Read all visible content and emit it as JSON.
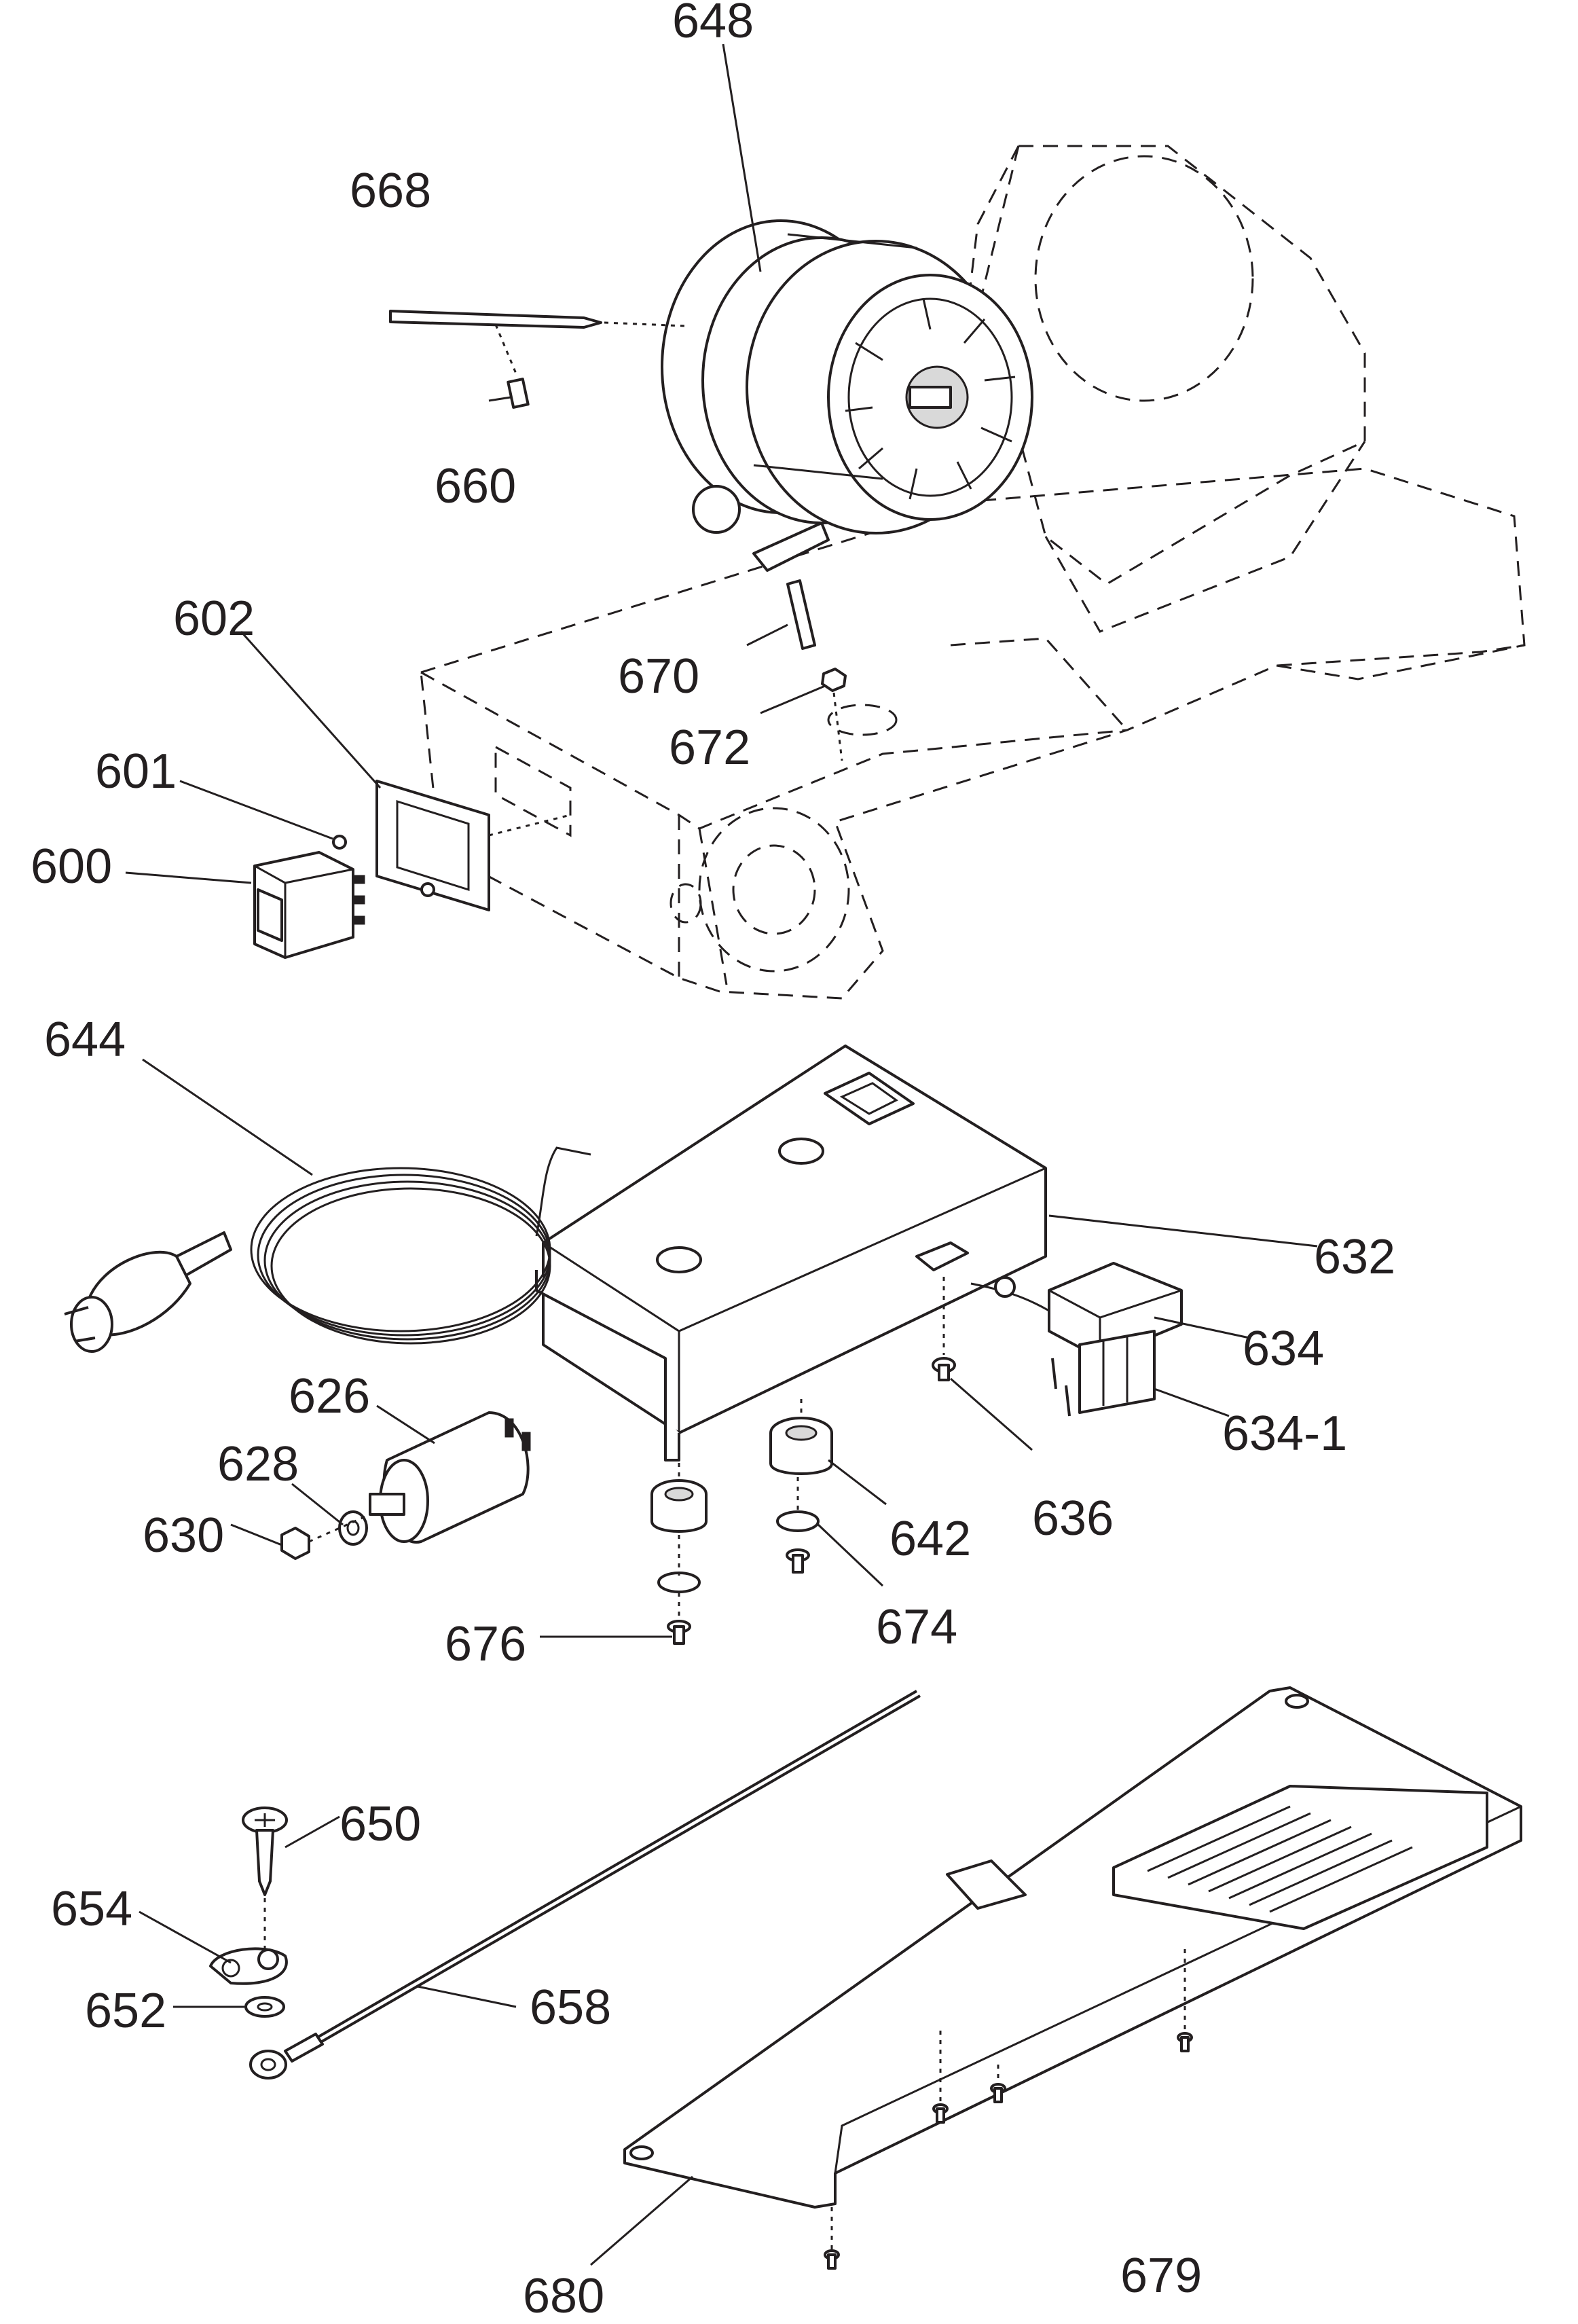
{
  "callouts": {
    "c648": "648",
    "c668": "668",
    "c660": "660",
    "c602": "602",
    "c601": "601",
    "c600": "600",
    "c670": "670",
    "c672": "672",
    "c644": "644",
    "c632": "632",
    "c634": "634",
    "c634_1": "634-1",
    "c626": "626",
    "c628": "628",
    "c630": "630",
    "c642": "642",
    "c636": "636",
    "c674": "674",
    "c676": "676",
    "c650": "650",
    "c654": "654",
    "c652": "652",
    "c658": "658",
    "c680": "680",
    "c679": "679"
  }
}
